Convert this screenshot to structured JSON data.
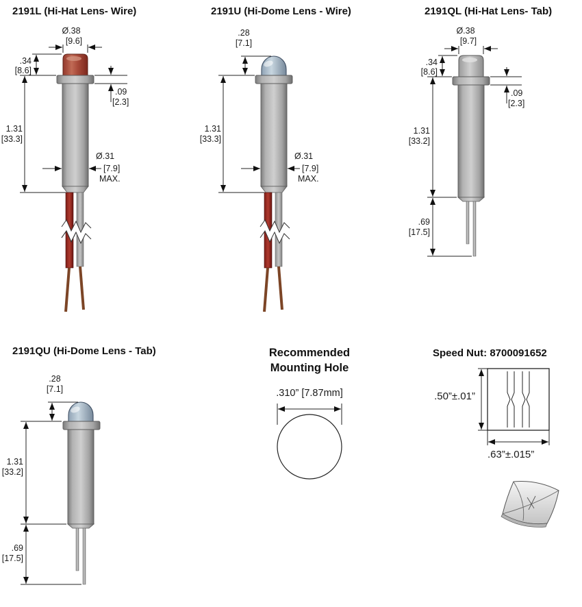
{
  "panels": {
    "l": {
      "title": "2191L (Hi-Hat Lens- Wire)",
      "dia": "Ø.38",
      "dia_mm": "[9.6]",
      "lens_h": ".34",
      "lens_h_mm": "[8.6]",
      "flange_h": ".09",
      "flange_h_mm": "[2.3]",
      "body_l": "1.31",
      "body_l_mm": "[33.3]",
      "body_dia": "Ø.31",
      "body_dia_mm": "[7.9]",
      "body_dia_note": "MAX."
    },
    "u": {
      "title": "2191U (Hi-Dome Lens - Wire)",
      "dome_h": ".28",
      "dome_h_mm": "[7.1]",
      "body_l": "1.31",
      "body_l_mm": "[33.3]",
      "body_dia": "Ø.31",
      "body_dia_mm": "[7.9]",
      "body_dia_note": "MAX."
    },
    "ql": {
      "title": "2191QL  (Hi-Hat Lens- Tab)",
      "dia": "Ø.38",
      "dia_mm": "[9.7]",
      "lens_h": ".34",
      "lens_h_mm": "[8.6]",
      "flange_h": ".09",
      "flange_h_mm": "[2.3]",
      "body_l": "1.31",
      "body_l_mm": "[33.2]",
      "pin_l": ".69",
      "pin_l_mm": "[17.5]"
    },
    "qu": {
      "title": "2191QU (Hi-Dome Lens - Tab)",
      "dome_h": ".28",
      "dome_h_mm": "[7.1]",
      "body_l": "1.31",
      "body_l_mm": "[33.2]",
      "pin_l": ".69",
      "pin_l_mm": "[17.5]"
    },
    "hole": {
      "title1": "Recommended",
      "title2": "Mounting Hole",
      "dim": ".310” [7.87mm]"
    },
    "nut": {
      "title": "Speed Nut: 8700091652",
      "height": ".50”±.01”",
      "width": ".63”±.015”"
    }
  },
  "colors": {
    "body_gray": "#a8a8a8",
    "lens_red": "#a04533",
    "dome_blue_gray": "#9fb2c2",
    "wire_red": "#8e2a21",
    "wire_gray": "#b5b5b5",
    "lead_brown": "#7c4526",
    "line_black": "#222222"
  }
}
